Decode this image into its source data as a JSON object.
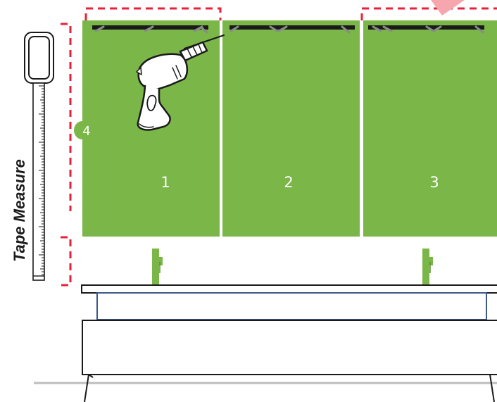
{
  "tape_measure": {
    "label": "Tape Measure"
  },
  "panels": [
    {
      "number": "1"
    },
    {
      "number": "2"
    },
    {
      "number": "3"
    }
  ],
  "badge": {
    "label": "4"
  },
  "colors": {
    "panel_green": "#7ab648",
    "measure_red": "#e8213a",
    "rail_dark": "#1a1a1a",
    "bracket_grey": "#8a8a8a",
    "console_outline": "#1a1a1a",
    "shelf_blue": "#3a5a8c",
    "pointer_pink": "#f6a7ae",
    "floor_grey": "#bdbdbd"
  },
  "icons": {
    "drill": "drill-icon",
    "tape_measure": "tape-measure-icon",
    "wall_bracket": "wall-bracket-icon"
  }
}
